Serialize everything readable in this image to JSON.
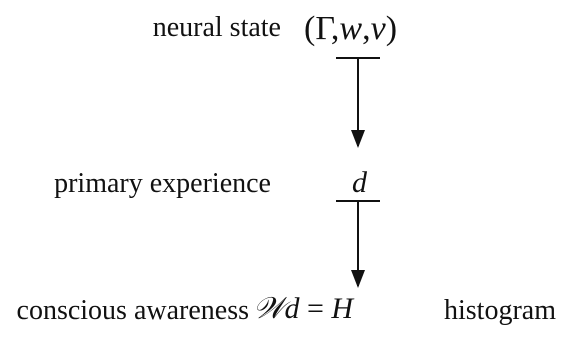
{
  "rows": [
    {
      "label": "neural state",
      "math": "(Γ, w, v)"
    },
    {
      "label": "primary experience",
      "math": "d"
    },
    {
      "label": "conscious awareness",
      "math": "𝒲d = H",
      "suffix": "histogram"
    }
  ],
  "math_parts": {
    "open": "(",
    "gamma": "Γ",
    "comma1": ",",
    "w": "w",
    "comma2": ",",
    "v": "v",
    "close": ")",
    "d": "d",
    "W": "𝒲",
    "d2": "d",
    "eq": " = ",
    "H": "H"
  }
}
